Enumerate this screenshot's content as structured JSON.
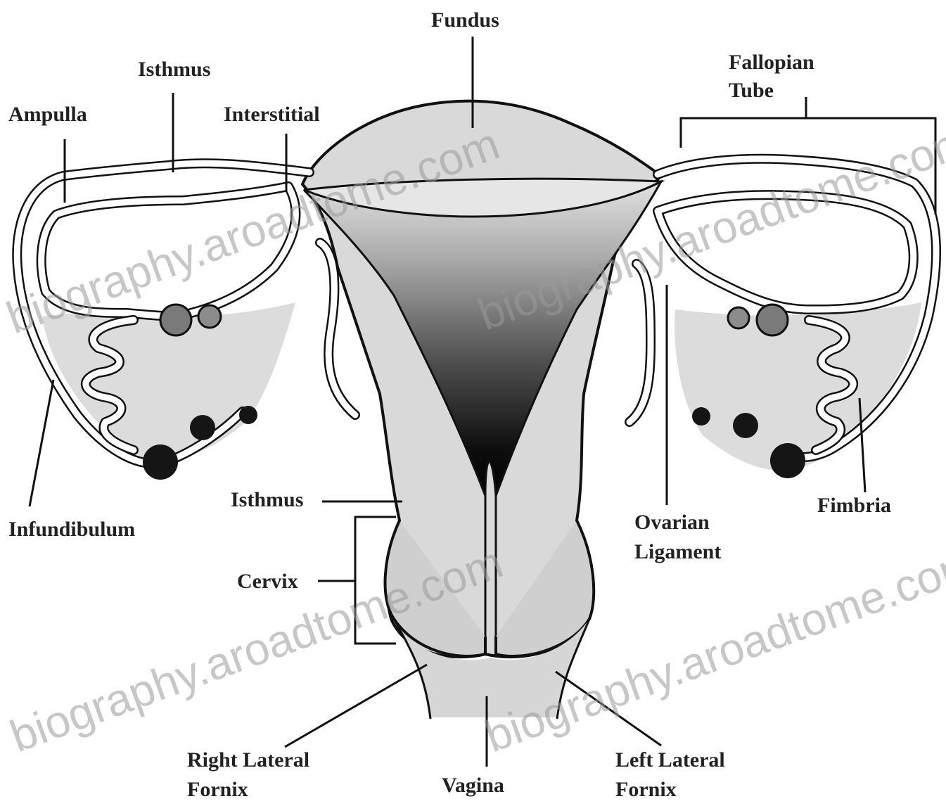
{
  "labels": {
    "fundus": "Fundus",
    "isthmus_tube": "Isthmus",
    "ampulla": "Ampulla",
    "interstitial": "Interstitial",
    "fallopian_tube_line1": "Fallopian",
    "fallopian_tube_line2": "Tube",
    "infundibulum": "Infundibulum",
    "isthmus_uterus": "Isthmus",
    "cervix": "Cervix",
    "ovarian_ligament_line1": "Ovarian",
    "ovarian_ligament_line2": "Ligament",
    "fimbria": "Fimbria",
    "right_lateral_fornix_line1": "Right Lateral",
    "right_lateral_fornix_line2": "Fornix",
    "vagina": "Vagina",
    "left_lateral_fornix_line1": "Left Lateral",
    "left_lateral_fornix_line2": "Fornix"
  },
  "watermark": "biography.aroadtome.com",
  "colors": {
    "tissue_light": "#dcdcdc",
    "tissue_mid": "#c8c8c8",
    "outline": "#111111",
    "follicle_grey": "#7a7a7a",
    "follicle_dark": "#151515"
  }
}
